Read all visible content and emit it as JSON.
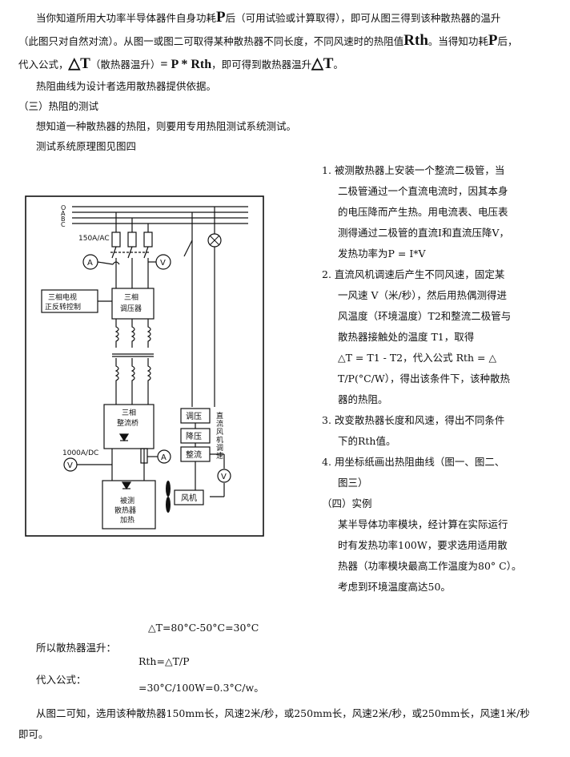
{
  "intro": {
    "line1_a": "当你知道所用大功率半导体器件自身功耗",
    "line1_b": "P",
    "line1_c": "后（可用试验或计算取得），即可从图三得到该种散热器的温升",
    "line2_a": "（此图只对自然对流）。从图一或图二可取得某种散热器不同长度，不同风速时的热阻值",
    "line2_b": "Rth",
    "line2_c": "。当得知功耗",
    "line2_d": "P",
    "line2_e": "后，",
    "line3_a": "代入公式，",
    "line3_b": "△T",
    "line3_c": "（散热器温升）",
    "line3_d": "= P * Rth",
    "line3_e": "，即可得到散热器温升",
    "line3_f": "△T",
    "line3_g": "。",
    "line4": "热阻曲线为设计者选用散热器提供依据。",
    "line5": "（三）热阻的测试",
    "line6": "想知道一种散热器的热阻，则要用专用热阻测试系统测试。",
    "line7": "测试系统原理图见图四"
  },
  "steps": [
    "1. 被测散热器上安装一个整流二极管，当",
    "二极管通过一个直流电流时，因其本身",
    "的电压降而产生热。用电流表、电压表",
    "测得通过二极管的直流I和直流压降V，",
    "发热功率为P = I*V",
    "2. 直流风机调速后产生不同风速，固定某",
    "一风速 V（米/秒），然后用热偶测得进",
    "风温度（环境温度）T2和整流二极管与",
    "散热器接触处的温度   T1，取得",
    "△T = T1 - T2，代入公式 Rth = △",
    "T/P(°C/W），得出该条件下，该种散热",
    "器的热阻。",
    "3. 改变散热器长度和风速，得出不同条件",
    "下的Rth值。",
    "4. 用坐标纸画出热阻曲线（图一、图二、",
    "图三）",
    "（四）实例",
    "某半导体功率模块，经计算在实际运行",
    "时有发热功率100W，要求选用适用散",
    "热器（功率模块最高工作温度为80° C）。",
    "考虑到环境温度高达50。"
  ],
  "diagram": {
    "phase_labels": [
      "O",
      "A",
      "B",
      "C"
    ],
    "breaker_label": "150A/AC",
    "ammeter_label": "A",
    "voltmeter_label": "V",
    "tv_control": [
      "三相电视",
      "正反转控制"
    ],
    "regulator": [
      "三相",
      "调压器"
    ],
    "rectifier": [
      "三相",
      "整流桥"
    ],
    "dc_label": "1000A/DC",
    "dut": [
      "被测",
      "散热器",
      "加热"
    ],
    "fan_boxes": [
      "调压",
      "降压",
      "整流"
    ],
    "fan_vertical": [
      "直",
      "流",
      "风",
      "机",
      "调",
      "速"
    ],
    "fan_label": "风机"
  },
  "calc": {
    "delta_t": "△T=80°C-50°C=30°C",
    "temp_rise_label": "所以散热器温升：",
    "rth_formula": "Rth=△T/P",
    "substitute_label": "代入公式：",
    "rth_result": "=30°C/100W=0.3°C/w。"
  },
  "conclusion": {
    "line1": "从图二可知，选用该种散热器150mm长，风速2米/秒，或250mm长，风速2米/秒，或250mm长，风速1米/秒",
    "line2": "即可。"
  }
}
